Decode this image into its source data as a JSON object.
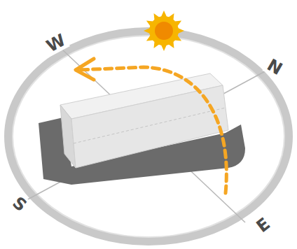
{
  "diagram": {
    "labels": [
      "W",
      "N",
      "S",
      "E"
    ]
  }
}
